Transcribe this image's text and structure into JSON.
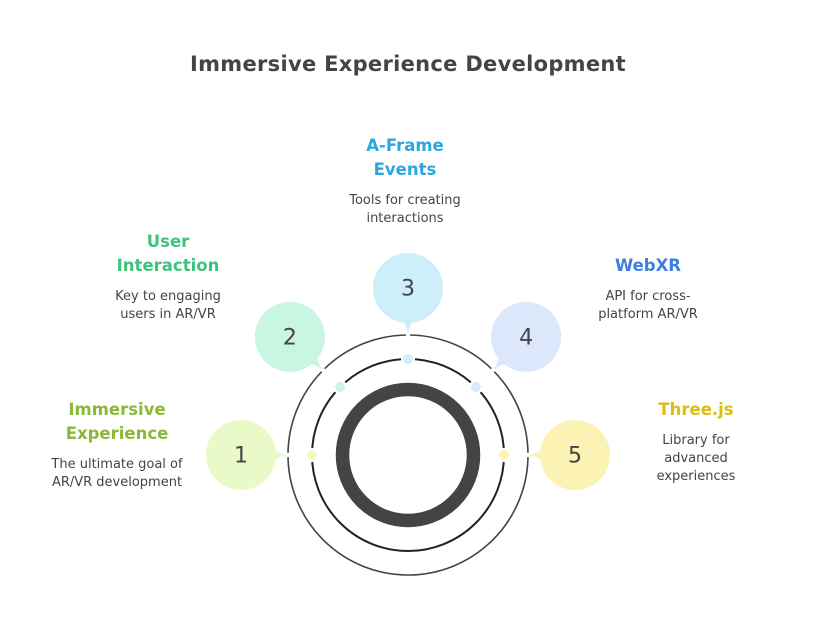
{
  "title": "Immersive Experience Development",
  "colors": {
    "ring": "#444444",
    "text": "#444444"
  },
  "steps": [
    {
      "number": "1",
      "heading": "Immersive Experience",
      "heading_lines": [
        "Immersive",
        "Experience"
      ],
      "description": "The ultimate goal of AR/VR development",
      "heading_color": "#8bb73a",
      "bubble_color": "#eaf9c8",
      "dot_color": "#f4f9c0"
    },
    {
      "number": "2",
      "heading": "User Interaction",
      "heading_lines": [
        "User",
        "Interaction"
      ],
      "description": "Key to engaging users in AR/VR",
      "heading_color": "#3cc47c",
      "bubble_color": "#c9f6e2",
      "dot_color": "#c9f6e2"
    },
    {
      "number": "3",
      "heading": "A-Frame Events",
      "heading_lines": [
        "A-Frame",
        "Events"
      ],
      "description": "Tools for creating interactions",
      "heading_color": "#2aa7dc",
      "bubble_color": "#cdeffa",
      "dot_color": "#cdeffa"
    },
    {
      "number": "4",
      "heading": "WebXR",
      "heading_lines": [
        "WebXR"
      ],
      "description": "API for cross-platform AR/VR",
      "heading_color": "#3d7fdf",
      "bubble_color": "#dde7fb",
      "dot_color": "#dde7fb"
    },
    {
      "number": "5",
      "heading": "Three.js",
      "heading_lines": [
        "Three.js"
      ],
      "description": "Library for advanced experiences",
      "heading_color": "#d9bf12",
      "bubble_color": "#fbf2b4",
      "dot_color": "#fbf4b4"
    }
  ]
}
